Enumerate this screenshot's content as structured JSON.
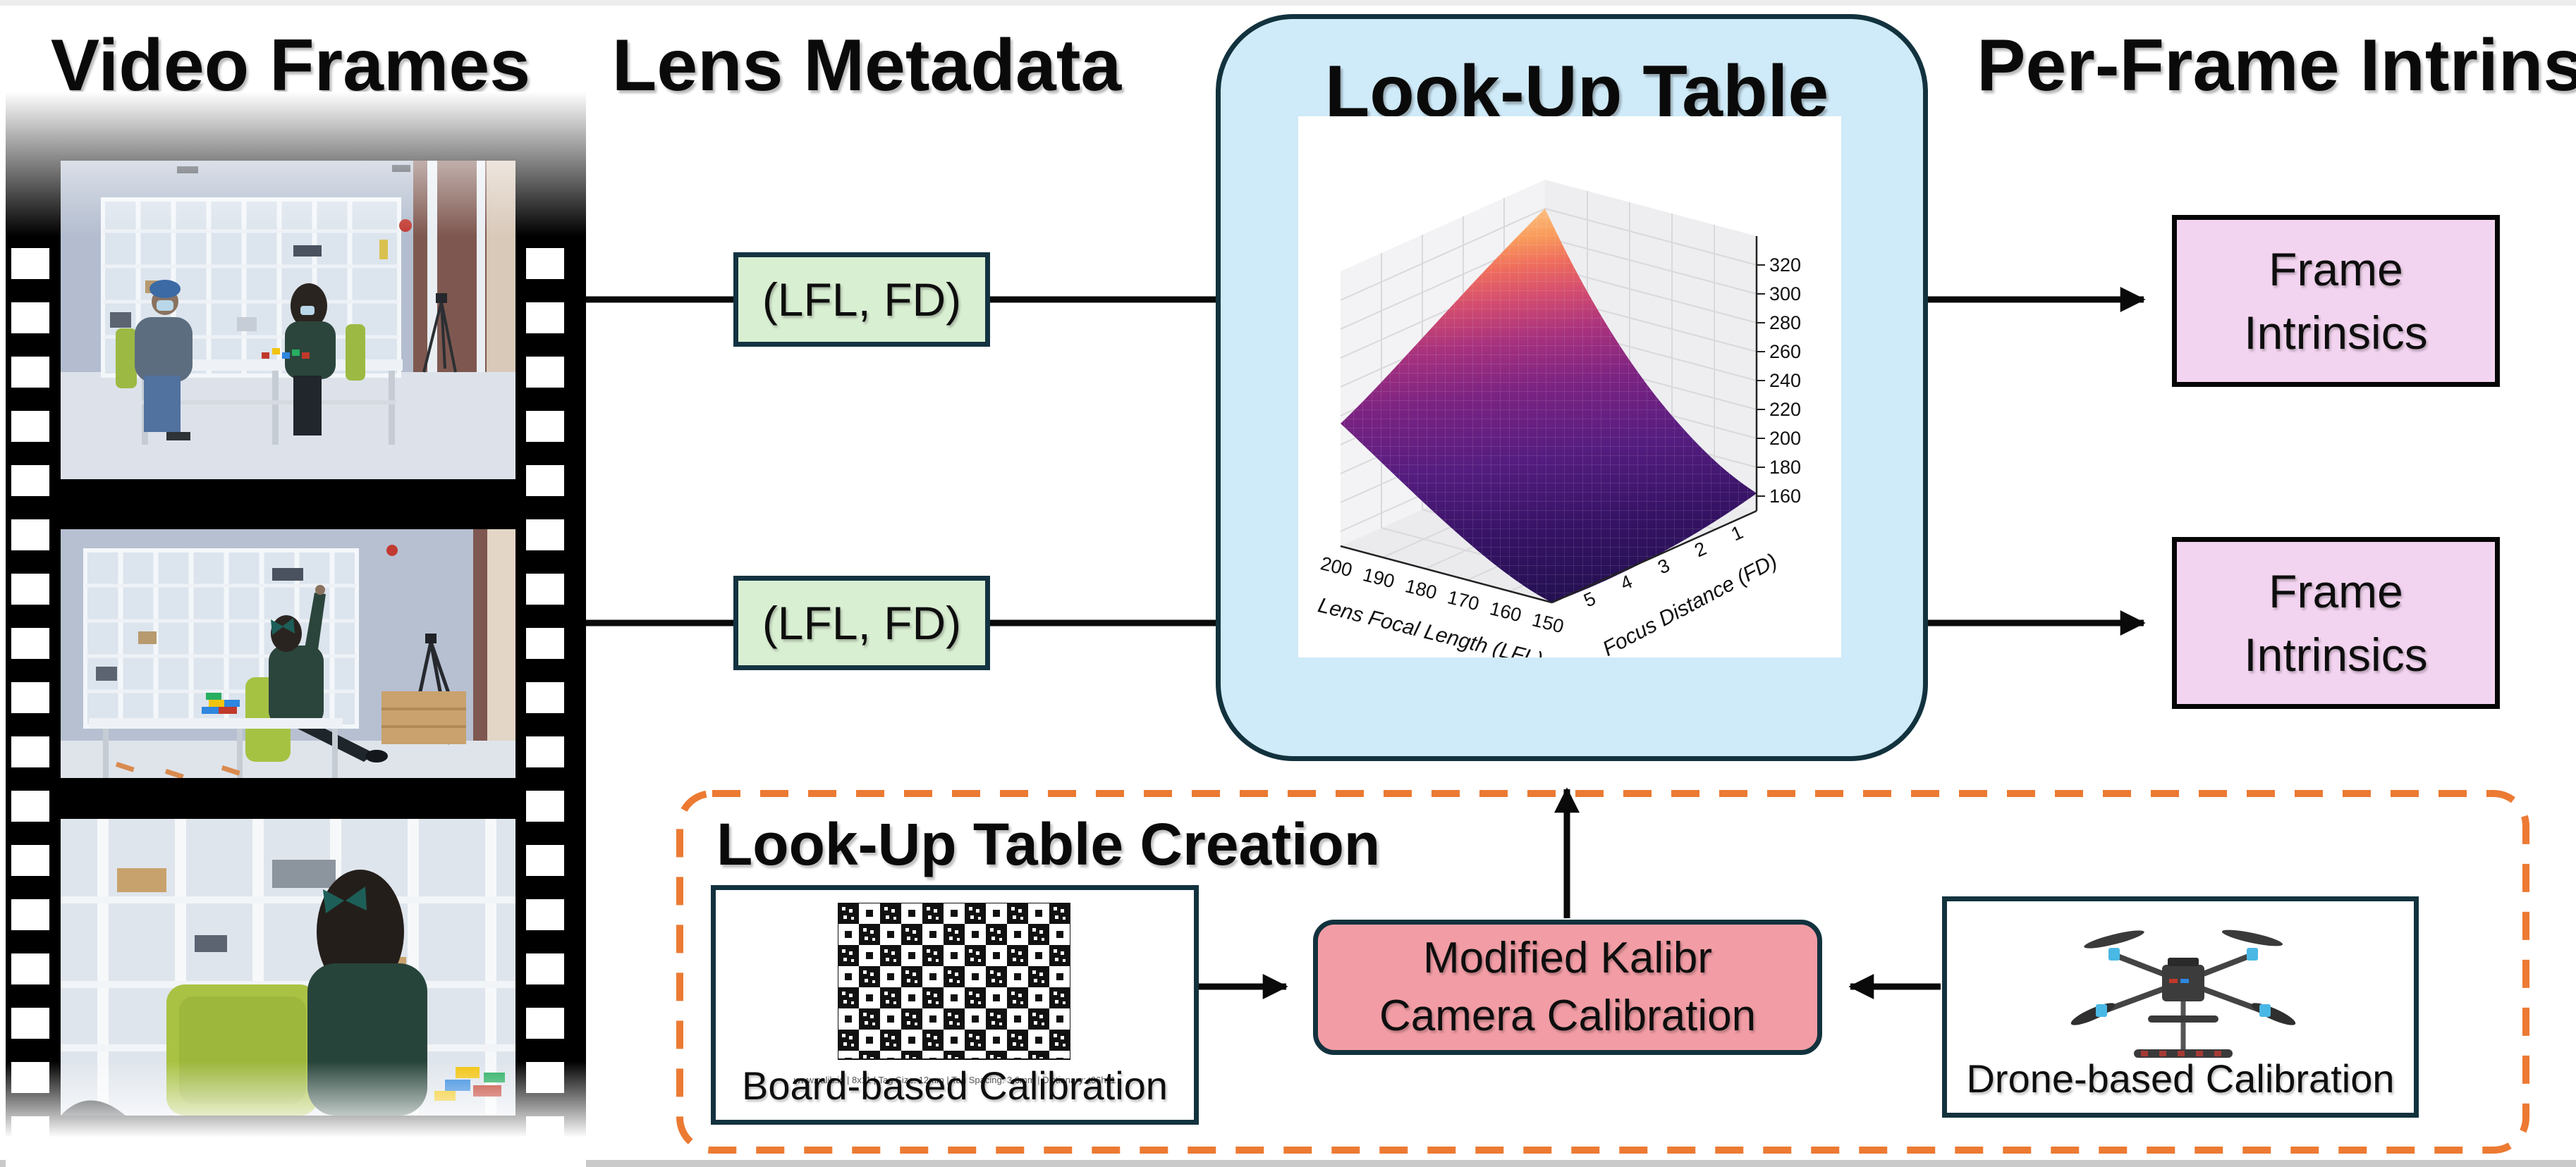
{
  "titles": {
    "video_frames": "Video Frames",
    "lens_metadata": "Lens Metadata",
    "lookup_table": "Look-Up Table",
    "per_frame_intrinsics": "Per-Frame Intrinsics"
  },
  "lens_metadata": {
    "box1_label": "(LFL, FD)",
    "box2_label": "(LFL, FD)"
  },
  "per_frame_intrinsics": {
    "box_line1": "Frame",
    "box_line2": "Intrinsics"
  },
  "lookup_table_creation": {
    "title": "Look-Up Table Creation",
    "board_label": "Board-based Calibration",
    "board_caption": "www.calib.io | 8x11 | Tag Size: 12mm | Tag Spacing: 3.6mm | Dictionary: t36h11",
    "kalibr_line1": "Modified Kalibr",
    "kalibr_line2": "Camera Calibration",
    "drone_label": "Drone-based Calibration"
  },
  "icons": {
    "film_strip": "film-strip",
    "board_image": "apriltag-calibration-board",
    "drone_image": "quadcopter-drone",
    "surface_plot": "3d-surface-plot"
  },
  "colors": {
    "lut_fill": "#cfeaf8",
    "lut_border": "#12323e",
    "green_fill": "#d9efd2",
    "pink_fill": "#f3d4f0",
    "kalibr_fill": "#f29da5",
    "dashed_border": "#ec7a33",
    "arrow": "#0a0a0a",
    "film_black": "#000000"
  },
  "chart_data": {
    "type": "surface",
    "title": "",
    "xlabel": "Lens Focal Length (LFL)",
    "ylabel": "Focus Distance (FD)",
    "zlabel": "",
    "x_ticks": [
      200,
      190,
      180,
      170,
      160,
      150
    ],
    "y_ticks": [
      1,
      2,
      3,
      4,
      5
    ],
    "z_ticks": [
      160,
      180,
      200,
      220,
      240,
      260,
      280,
      300,
      320
    ],
    "zlim": [
      150,
      330
    ],
    "colormap": "magma",
    "grid": true,
    "z_grid": {
      "lfl": [
        200,
        190,
        180,
        170,
        160,
        150
      ],
      "fd": [
        1,
        2,
        3,
        4,
        5
      ],
      "values": [
        [
          320,
          262,
          228,
          200,
          178,
          162
        ],
        [
          296,
          249,
          217,
          193,
          173,
          158
        ],
        [
          274,
          237,
          207,
          186,
          168,
          155
        ],
        [
          254,
          225,
          199,
          180,
          164,
          152
        ],
        [
          235,
          214,
          192,
          175,
          160,
          150
        ]
      ]
    }
  }
}
